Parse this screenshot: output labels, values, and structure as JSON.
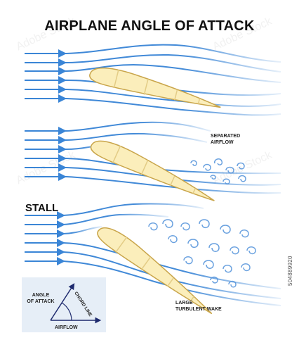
{
  "title": "AIRPLANE ANGLE OF ATTACK",
  "stall_label": "STALL",
  "separated_airflow_label": "SEPARATED\nAIRFLOW",
  "turbulent_wake_label": "LARGE\nTURBULENT WAKE",
  "inset": {
    "angle_of_attack_label": "ANGLE\nOF ATTACK",
    "chord_line_label": "CHORD LINE",
    "airflow_label": "AIRFLOW"
  },
  "side_id": "504889920",
  "watermark": "Adobe Stock",
  "colors": {
    "airflow": "#3a85d6",
    "wing_fill": "#fbeebb",
    "wing_stroke": "#c9a54a",
    "inset_bg": "#e6eef7",
    "text": "#111111"
  }
}
